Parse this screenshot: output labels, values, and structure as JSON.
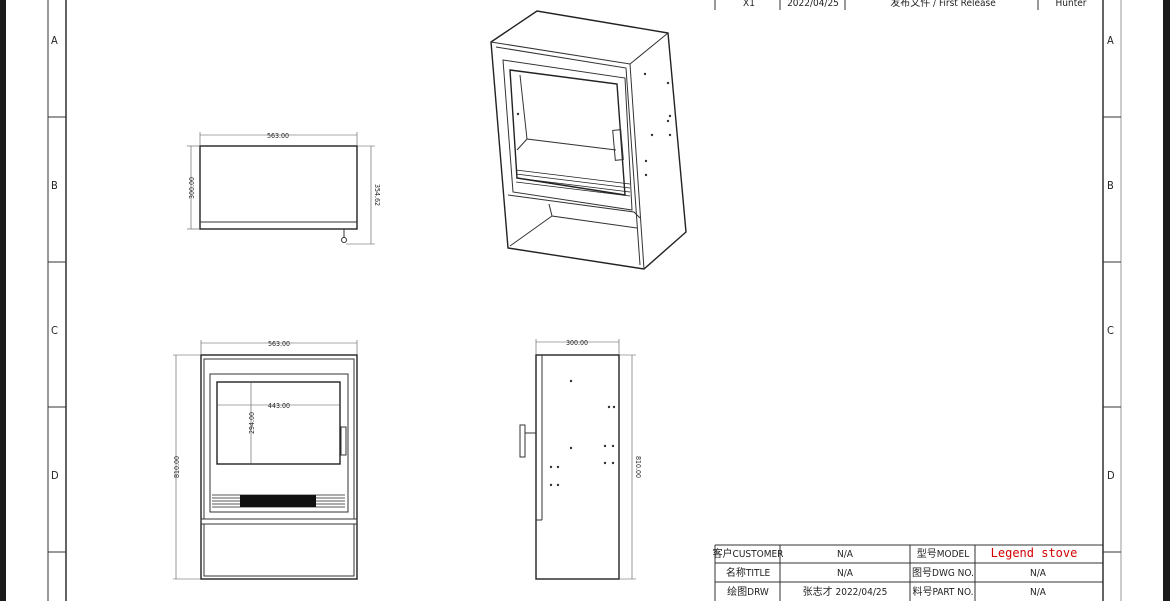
{
  "zones": {
    "left": [
      "A",
      "B",
      "C",
      "D"
    ],
    "right": [
      "A",
      "B",
      "C",
      "D"
    ]
  },
  "revision_row": {
    "rev": "X1",
    "date": "2022/04/25",
    "description": "发布文件 / First Release",
    "author": "Hunter"
  },
  "title_block": {
    "customer_label": "客户CUSTOMER",
    "customer_value": "N/A",
    "title_label": "名称TITLE",
    "title_value": "N/A",
    "drw_label": "绘图DRW",
    "drw_value": "张志才 2022/04/25",
    "model_label": "型号MODEL",
    "model_value": "Legend stove",
    "dwg_label": "图号DWG NO.",
    "dwg_value": "N/A",
    "part_label": "料号PART NO.",
    "part_value": "N/A",
    "model_color": "#d40000"
  },
  "dimensions": {
    "top_width": "563.00",
    "top_depth": "300.00",
    "top_depth_overall": "354.62",
    "front_width": "563.00",
    "front_height": "810.00",
    "glass_width": "443.00",
    "glass_height": "294.00",
    "side_depth": "300.00",
    "side_height": "810.00"
  }
}
